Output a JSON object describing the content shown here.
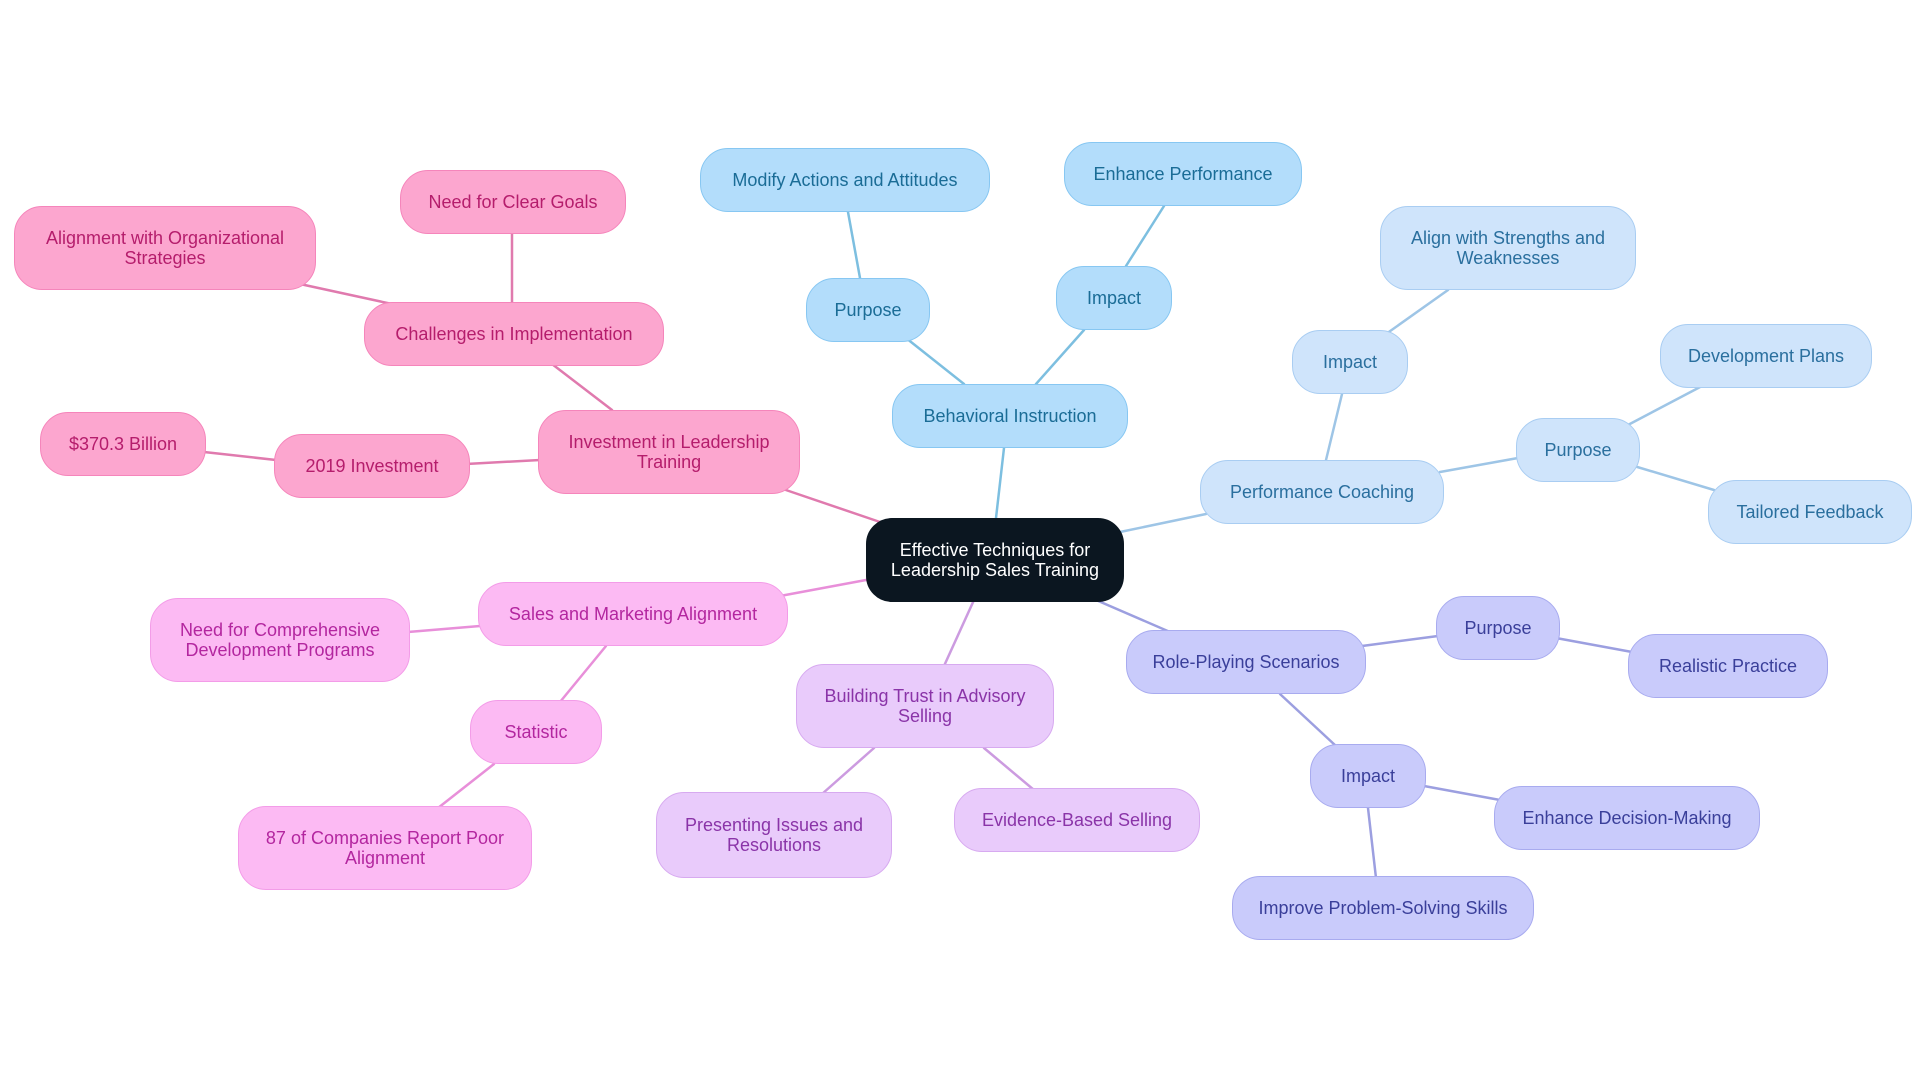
{
  "colors": {
    "root": {
      "fill": "#0b1620",
      "text": "#ffffff"
    },
    "behavioral": {
      "fill": "#b3ddfb",
      "stroke": "#87c7f2",
      "text": "#1a6c96",
      "line": "#7dbfe0"
    },
    "coaching": {
      "fill": "#cfe4fb",
      "stroke": "#a9cdf2",
      "text": "#2a6f9e",
      "line": "#9ec5e6"
    },
    "roleplay": {
      "fill": "#c9cbfb",
      "stroke": "#a8abef",
      "text": "#3a3f9a",
      "line": "#9c9fe0"
    },
    "trust": {
      "fill": "#e9cbfb",
      "stroke": "#d7aaf0",
      "text": "#8a34a8",
      "line": "#cc9be0"
    },
    "alignment": {
      "fill": "#fcbaf3",
      "stroke": "#f39ce8",
      "text": "#b3269f",
      "line": "#e88fd9"
    },
    "investment": {
      "fill": "#fca6cf",
      "stroke": "#f585bb",
      "text": "#b51d6c",
      "line": "#e07aae"
    }
  },
  "mindmap": {
    "root": "Effective Techniques for Leadership Sales Training",
    "behavioral": {
      "label": "Behavioral Instruction",
      "purpose": "Purpose",
      "purpose_detail": "Modify Actions and Attitudes",
      "impact": "Impact",
      "impact_detail": "Enhance Performance"
    },
    "coaching": {
      "label": "Performance Coaching",
      "impact": "Impact",
      "impact_detail": "Align with Strengths and Weaknesses",
      "purpose": "Purpose",
      "purpose_detail_1": "Development Plans",
      "purpose_detail_2": "Tailored Feedback"
    },
    "roleplay": {
      "label": "Role-Playing Scenarios",
      "purpose": "Purpose",
      "purpose_detail": "Realistic Practice",
      "impact": "Impact",
      "impact_detail_1": "Enhance Decision-Making",
      "impact_detail_2": "Improve Problem-Solving Skills"
    },
    "trust": {
      "label": "Building Trust in Advisory Selling",
      "detail_1": "Presenting Issues and Resolutions",
      "detail_2": "Evidence-Based Selling"
    },
    "alignment": {
      "label": "Sales and Marketing Alignment",
      "detail": "Need for Comprehensive Development Programs",
      "statistic": "Statistic",
      "statistic_detail": "87 of Companies Report Poor Alignment"
    },
    "investment": {
      "label": "Investment in Leadership Training",
      "challenges": "Challenges in Implementation",
      "challenge_1": "Need for Clear Goals",
      "challenge_2": "Alignment with Organizational Strategies",
      "year": "2019 Investment",
      "year_amount": "$370.3 Billion"
    }
  }
}
